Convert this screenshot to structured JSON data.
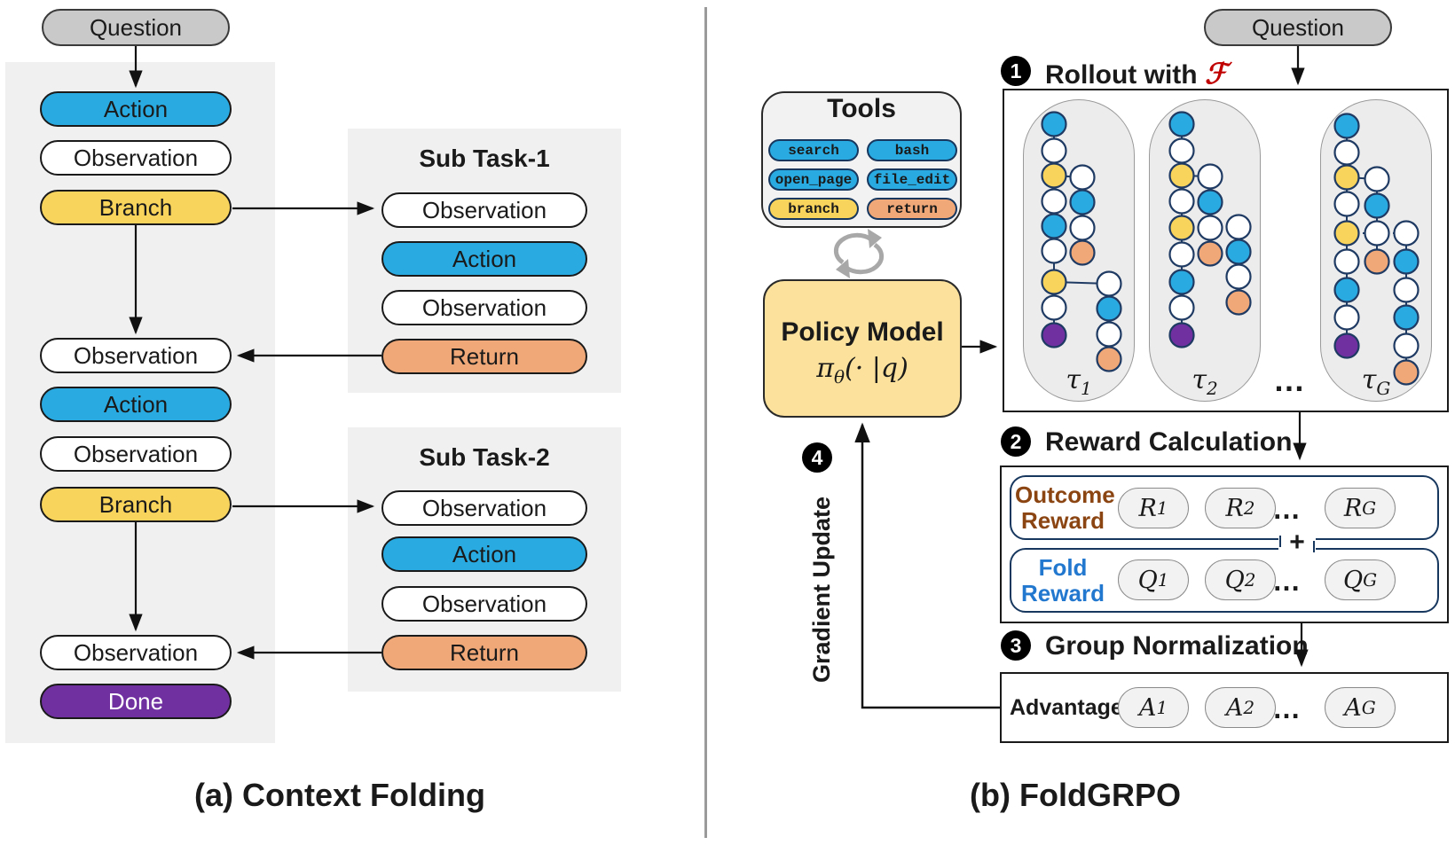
{
  "captions": {
    "a": "(a) Context Folding",
    "b": "(b) FoldGRPO"
  },
  "left": {
    "question": "Question",
    "main": [
      "Action",
      "Observation",
      "Branch",
      "Observation",
      "Action",
      "Observation",
      "Branch",
      "Observation",
      "Done"
    ],
    "subtask1": {
      "title": "Sub Task-1",
      "steps": [
        "Observation",
        "Action",
        "Observation",
        "Return"
      ]
    },
    "subtask2": {
      "title": "Sub Task-2",
      "steps": [
        "Observation",
        "Action",
        "Observation",
        "Return"
      ]
    }
  },
  "right": {
    "question": "Question",
    "tools": {
      "title": "Tools",
      "items": [
        "search",
        "bash",
        "open_page",
        "file_edit",
        "branch",
        "return"
      ]
    },
    "policy": {
      "title": "Policy Model",
      "pi": "π",
      "theta": "θ",
      "args": "(· |q)"
    },
    "steps": {
      "s1_num": "1",
      "s1_title": "Rollout with",
      "f": "ℱ",
      "s2_num": "2",
      "s2_title": "Reward Calculation",
      "s3_num": "3",
      "s3_title": "Group Normalization",
      "s4_num": "4",
      "s4_title": "Gradient Update"
    },
    "rollout": {
      "dots": "…",
      "tau": "τ",
      "subs": [
        "1",
        "2",
        "G"
      ]
    },
    "reward": {
      "outcome_line1": "Outcome",
      "outcome_line2": "Reward",
      "fold_line1": "Fold",
      "fold_line2": "Reward",
      "plus": "+",
      "r": "R",
      "q": "Q",
      "dots": "…",
      "subs": [
        "1",
        "2",
        "G"
      ]
    },
    "advantage": {
      "label": "Advantage",
      "a": "A",
      "dots": "…",
      "subs": [
        "1",
        "2",
        "G"
      ]
    }
  },
  "colors": {
    "action_blue": "#29ABE2",
    "branch_yellow": "#F9D45C",
    "return_orange": "#F0A878",
    "done_purple": "#7030A0",
    "policy_yellow": "#FBE19B",
    "f_red": "#C00000",
    "outcome_brown": "#8B4513",
    "fold_blue": "#2277CE",
    "node_stroke": "#1F3A63"
  },
  "trees": [
    {
      "nodes": [
        [
          1188,
          140,
          "b"
        ],
        [
          1188,
          170,
          "w"
        ],
        [
          1188,
          198,
          "y"
        ],
        [
          1188,
          227,
          "w"
        ],
        [
          1188,
          255,
          "b"
        ],
        [
          1188,
          283,
          "w"
        ],
        [
          1188,
          318,
          "y"
        ],
        [
          1188,
          347,
          "w"
        ],
        [
          1188,
          378,
          "p"
        ],
        [
          1220,
          200,
          "w"
        ],
        [
          1220,
          228,
          "b"
        ],
        [
          1220,
          257,
          "w"
        ],
        [
          1220,
          285,
          "o"
        ],
        [
          1250,
          320,
          "w"
        ],
        [
          1250,
          348,
          "b"
        ],
        [
          1250,
          377,
          "w"
        ],
        [
          1250,
          405,
          "o"
        ]
      ],
      "edges": [
        [
          0,
          1
        ],
        [
          1,
          2
        ],
        [
          2,
          3
        ],
        [
          3,
          4
        ],
        [
          4,
          5
        ],
        [
          5,
          6
        ],
        [
          6,
          7
        ],
        [
          7,
          8
        ],
        [
          2,
          9
        ],
        [
          9,
          10
        ],
        [
          10,
          11
        ],
        [
          11,
          12
        ],
        [
          6,
          13
        ],
        [
          13,
          14
        ],
        [
          14,
          15
        ],
        [
          15,
          16
        ]
      ],
      "dashed": []
    },
    {
      "nodes": [
        [
          1332,
          140,
          "b"
        ],
        [
          1332,
          170,
          "w"
        ],
        [
          1332,
          198,
          "y"
        ],
        [
          1332,
          227,
          "w"
        ],
        [
          1332,
          257,
          "y"
        ],
        [
          1332,
          287,
          "w"
        ],
        [
          1332,
          318,
          "b"
        ],
        [
          1332,
          347,
          "w"
        ],
        [
          1332,
          378,
          "p"
        ],
        [
          1364,
          199,
          "w"
        ],
        [
          1364,
          228,
          "b"
        ],
        [
          1364,
          257,
          "w"
        ],
        [
          1364,
          286,
          "o"
        ],
        [
          1396,
          256,
          "w"
        ],
        [
          1396,
          284,
          "b"
        ],
        [
          1396,
          312,
          "w"
        ],
        [
          1396,
          341,
          "o"
        ]
      ],
      "edges": [
        [
          0,
          1
        ],
        [
          1,
          2
        ],
        [
          2,
          3
        ],
        [
          3,
          4
        ],
        [
          4,
          5
        ],
        [
          5,
          6
        ],
        [
          6,
          7
        ],
        [
          7,
          8
        ],
        [
          2,
          9
        ],
        [
          9,
          10
        ],
        [
          10,
          11
        ],
        [
          11,
          12
        ],
        [
          13,
          14
        ],
        [
          14,
          15
        ],
        [
          15,
          16
        ]
      ],
      "dashed": [
        [
          4,
          11
        ],
        [
          11,
          13
        ]
      ]
    },
    {
      "nodes": [
        [
          1518,
          142,
          "b"
        ],
        [
          1518,
          172,
          "w"
        ],
        [
          1518,
          200,
          "y"
        ],
        [
          1518,
          230,
          "w"
        ],
        [
          1518,
          263,
          "y"
        ],
        [
          1518,
          295,
          "w"
        ],
        [
          1518,
          327,
          "b"
        ],
        [
          1518,
          358,
          "w"
        ],
        [
          1518,
          390,
          "p"
        ],
        [
          1552,
          202,
          "w"
        ],
        [
          1552,
          232,
          "b"
        ],
        [
          1552,
          263,
          "w"
        ],
        [
          1552,
          295,
          "o"
        ],
        [
          1585,
          263,
          "w"
        ],
        [
          1585,
          295,
          "b"
        ],
        [
          1585,
          327,
          "w"
        ],
        [
          1585,
          358,
          "b"
        ],
        [
          1585,
          390,
          "w"
        ],
        [
          1585,
          420,
          "o"
        ]
      ],
      "edges": [
        [
          0,
          1
        ],
        [
          1,
          2
        ],
        [
          2,
          3
        ],
        [
          3,
          4
        ],
        [
          4,
          5
        ],
        [
          5,
          6
        ],
        [
          6,
          7
        ],
        [
          7,
          8
        ],
        [
          2,
          9
        ],
        [
          9,
          10
        ],
        [
          10,
          11
        ],
        [
          11,
          12
        ],
        [
          13,
          14
        ],
        [
          14,
          15
        ],
        [
          15,
          16
        ],
        [
          16,
          17
        ],
        [
          17,
          18
        ]
      ],
      "dashed": [
        [
          4,
          11
        ],
        [
          11,
          13
        ]
      ]
    }
  ]
}
